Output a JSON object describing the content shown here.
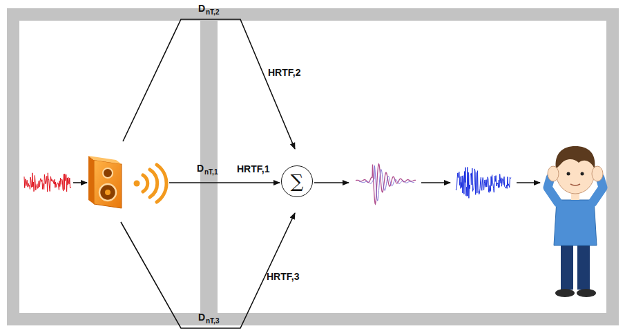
{
  "diagram": {
    "nodes": [
      {
        "text": [
          "∑"
        ]
      }
    ],
    "labels": [
      "D",
      "nT,2",
      "HRTF,2",
      "D",
      "nT,1",
      "HRTF,1",
      "HRTF,3",
      "D",
      "nT,3"
    ]
  }
}
